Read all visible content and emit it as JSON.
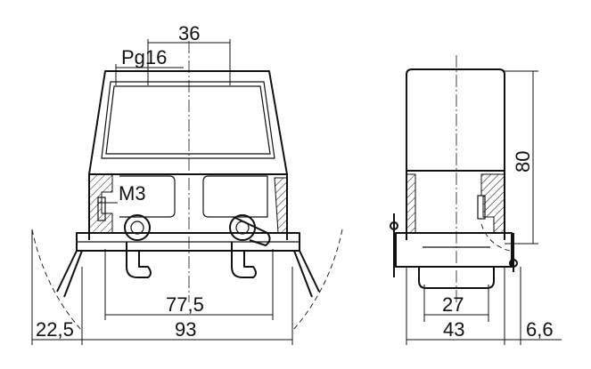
{
  "drawing": {
    "labels": {
      "top_width": "36",
      "thread": "Pg16",
      "screw": "M3",
      "height": "80",
      "inner_width": "77,5",
      "overall_width": "93",
      "left_offset": "22,5",
      "side_inner": "27",
      "side_overall": "43",
      "side_offset": "6,6"
    }
  }
}
